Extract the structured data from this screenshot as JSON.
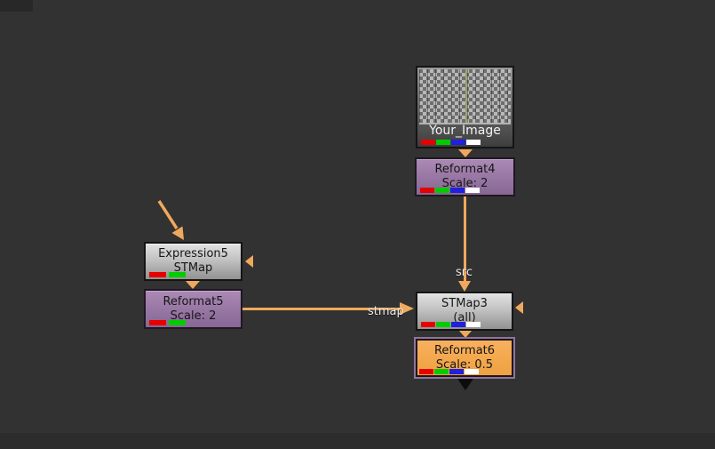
{
  "app": {
    "type": "node-graph-editor",
    "background": "#323232"
  },
  "nodes": {
    "your_image": {
      "title": "Your_Image",
      "kind": "image-read",
      "channels": [
        "red",
        "green",
        "blue",
        "white"
      ]
    },
    "reformat4": {
      "name": "Reformat4",
      "detail": "Scale: 2",
      "kind": "reformat",
      "channels": [
        "red",
        "green",
        "blue",
        "white"
      ]
    },
    "expression5": {
      "name": "Expression5",
      "detail": "STMap",
      "kind": "expression",
      "channels": [
        "red",
        "green"
      ]
    },
    "reformat5": {
      "name": "Reformat5",
      "detail": "Scale: 2",
      "kind": "reformat",
      "channels": [
        "red",
        "green"
      ]
    },
    "stmap3": {
      "name": "STMap3",
      "detail": "(all)",
      "kind": "stmap",
      "channels": [
        "red",
        "green",
        "blue",
        "white"
      ]
    },
    "reformat6": {
      "name": "Reformat6",
      "detail": "Scale: 0.5",
      "kind": "reformat",
      "selected": true,
      "channels": [
        "red",
        "green",
        "blue",
        "white"
      ]
    }
  },
  "wires": {
    "src_label": "src",
    "stmap_label": "stmap"
  },
  "colors": {
    "background": "#323232",
    "wire_orange": "#f0a95c",
    "node_gray": "#c2c2c2",
    "node_purple": "#9a79a6",
    "selected_fill_orange": "#f3a74b",
    "selected_border_purple": "#8f7599",
    "chip_red": "#e60000",
    "chip_green": "#00cc00",
    "chip_blue": "#2020dd",
    "chip_white": "#ffffff",
    "wire_label_text": "#e9e9e9",
    "node_text": "#161616"
  }
}
